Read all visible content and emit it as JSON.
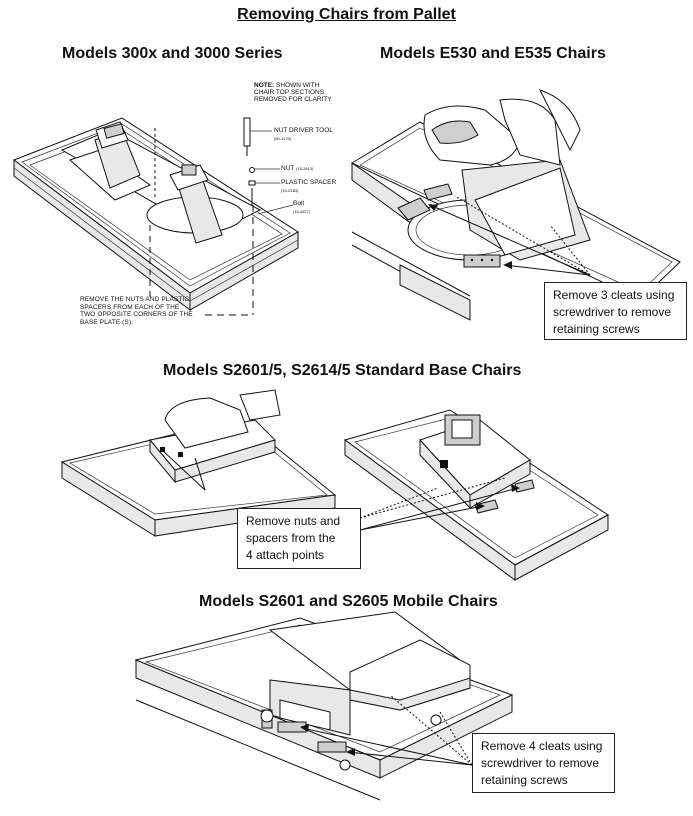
{
  "page": {
    "title": "Removing Chairs from Pallet"
  },
  "sections": {
    "s1": {
      "heading": "Models 300x and 3000 Series"
    },
    "s2": {
      "heading": "Models E530 and E535 Chairs"
    },
    "s3": {
      "heading": "Models S2601/5, S2614/5 Standard Base Chairs"
    },
    "s4": {
      "heading": "Models S2601 and S2605 Mobile Chairs"
    }
  },
  "diagram1": {
    "note_label": "NOTE:",
    "note_line1": "SHOWN WITH",
    "note_line2": "CHAIR TOP SECTIONS",
    "note_line3": "REMOVED FOR CLARITY",
    "nut_driver": "NUT DRIVER TOOL",
    "nut_driver_pn": "(80-4123)",
    "nut": "NUT",
    "nut_pn": "(15-2813)",
    "spacer": "PLASTIC SPACER",
    "spacer_pn": "(15-2183)",
    "bolt": "Bolt",
    "bolt_pn": "(15-4877)",
    "instr_line1": "REMOVE THE NUTS AND PLASTIC",
    "instr_line2": "SPACERS FROM EACH OF THE",
    "instr_line3": "TWO OPPOSITE CORNERS OF THE",
    "instr_line4": "BASE PLATE (S)."
  },
  "callouts": {
    "e530": {
      "line1": "Remove 3 cleats using",
      "line2": "screwdriver to remove",
      "line3": "retaining screws"
    },
    "standard": {
      "line1": "Remove nuts and",
      "line2": "spacers from the",
      "line3": "4 attach points"
    },
    "mobile": {
      "line1": "Remove 4 cleats using",
      "line2": "screwdriver to remove",
      "line3": "retaining screws"
    }
  }
}
